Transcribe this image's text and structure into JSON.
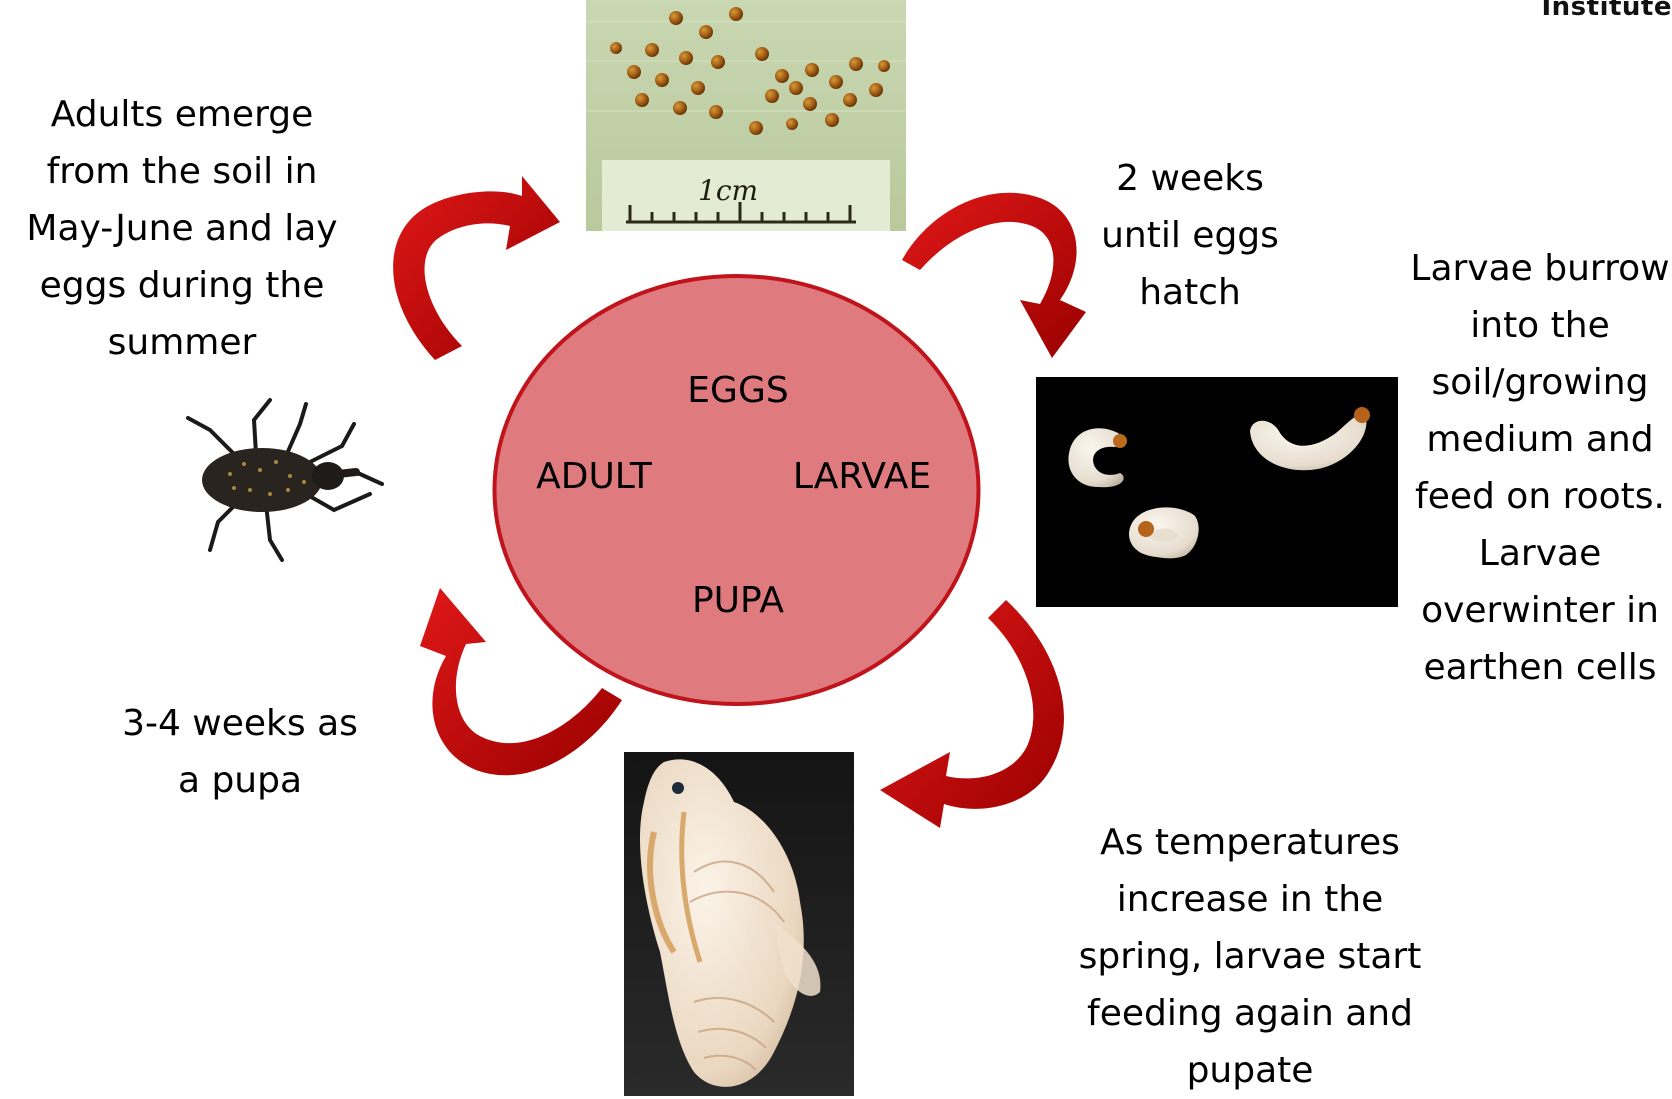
{
  "logo": {
    "text": "Institute"
  },
  "center": {
    "labels": {
      "eggs": "EGGS",
      "adult": "ADULT",
      "larvae": "LARVAE",
      "pupa": "PUPA"
    },
    "fill_color": "#df7b7e",
    "stroke_color": "#c0141c"
  },
  "arrow_color": "#c00000",
  "eggs_photo": {
    "ruler_label": "1cm"
  },
  "captions": {
    "adults": "Adults emerge from the soil in May-June and lay eggs during the summer",
    "eggs_hatch": "2 weeks until eggs hatch",
    "larvae": "Larvae burrow into the soil/growing medium and feed on roots. Larvae overwinter in earthen cells",
    "pupate": "As temperatures increase in the spring, larvae start feeding again and pupate",
    "pupa": "3-4 weeks as a pupa"
  }
}
